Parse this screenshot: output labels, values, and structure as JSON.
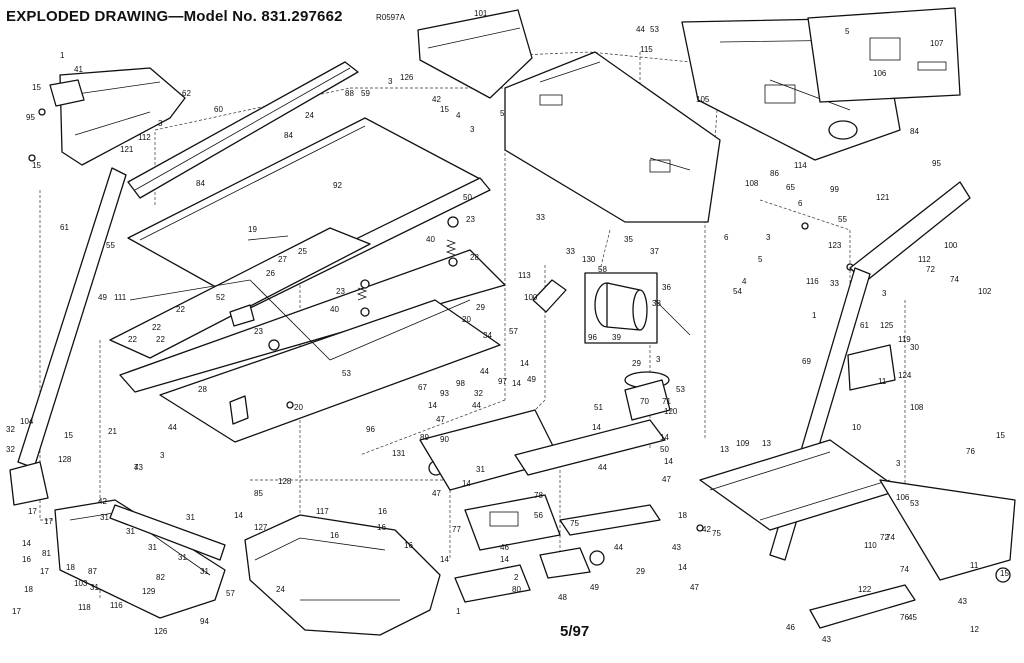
{
  "header": {
    "title": "EXPLODED DRAWING—Model No. 831.297662",
    "drawing_code": "R0597A"
  },
  "footer": {
    "date_code": "5/97"
  },
  "callouts": [
    "1",
    "41",
    "15",
    "62",
    "3",
    "95",
    "112",
    "15",
    "121",
    "60",
    "84",
    "84",
    "88",
    "59",
    "24",
    "3",
    "126",
    "42",
    "15",
    "4",
    "101",
    "5",
    "3",
    "100",
    "92",
    "50",
    "61",
    "55",
    "49",
    "111",
    "52",
    "22",
    "22",
    "19",
    "26",
    "27",
    "25",
    "23",
    "40",
    "28",
    "23",
    "40",
    "23",
    "22",
    "22",
    "28",
    "53",
    "20",
    "20",
    "29",
    "113",
    "57",
    "34",
    "33",
    "33",
    "130",
    "58",
    "35",
    "37",
    "36",
    "38",
    "96",
    "39",
    "97",
    "67",
    "98",
    "93",
    "32",
    "44",
    "14",
    "47",
    "14",
    "44",
    "14",
    "49",
    "21",
    "44",
    "96",
    "104",
    "32",
    "32",
    "128",
    "15",
    "4",
    "3",
    "128",
    "89",
    "90",
    "31",
    "47",
    "14",
    "131",
    "29",
    "3",
    "53",
    "70",
    "71",
    "120",
    "14",
    "51",
    "14",
    "50",
    "14",
    "44",
    "47",
    "44",
    "114",
    "105",
    "53",
    "115",
    "106",
    "5",
    "107",
    "84",
    "86",
    "65",
    "108",
    "6",
    "3",
    "5",
    "4",
    "54",
    "116",
    "99",
    "55",
    "6",
    "121",
    "123",
    "3",
    "95",
    "100",
    "112",
    "72",
    "74",
    "102",
    "1",
    "61",
    "125",
    "119",
    "30",
    "124",
    "69",
    "10",
    "11",
    "108",
    "109",
    "13",
    "13",
    "76",
    "11",
    "15",
    "14",
    "17",
    "16",
    "17",
    "42",
    "31",
    "31",
    "31",
    "31",
    "31",
    "31",
    "81",
    "17",
    "18",
    "18",
    "103",
    "87",
    "82",
    "129",
    "57",
    "31",
    "116",
    "94",
    "126",
    "17",
    "118",
    "73",
    "85",
    "14",
    "127",
    "117",
    "16",
    "16",
    "16",
    "16",
    "3",
    "74",
    "53",
    "24",
    "80",
    "2",
    "1",
    "14",
    "49",
    "48",
    "77",
    "56",
    "78",
    "75",
    "18",
    "46",
    "42",
    "43",
    "44",
    "29",
    "47",
    "14",
    "14",
    "106",
    "110",
    "122",
    "72",
    "76",
    "43",
    "43",
    "45",
    "46",
    "74",
    "75",
    "33",
    "12",
    "15"
  ]
}
